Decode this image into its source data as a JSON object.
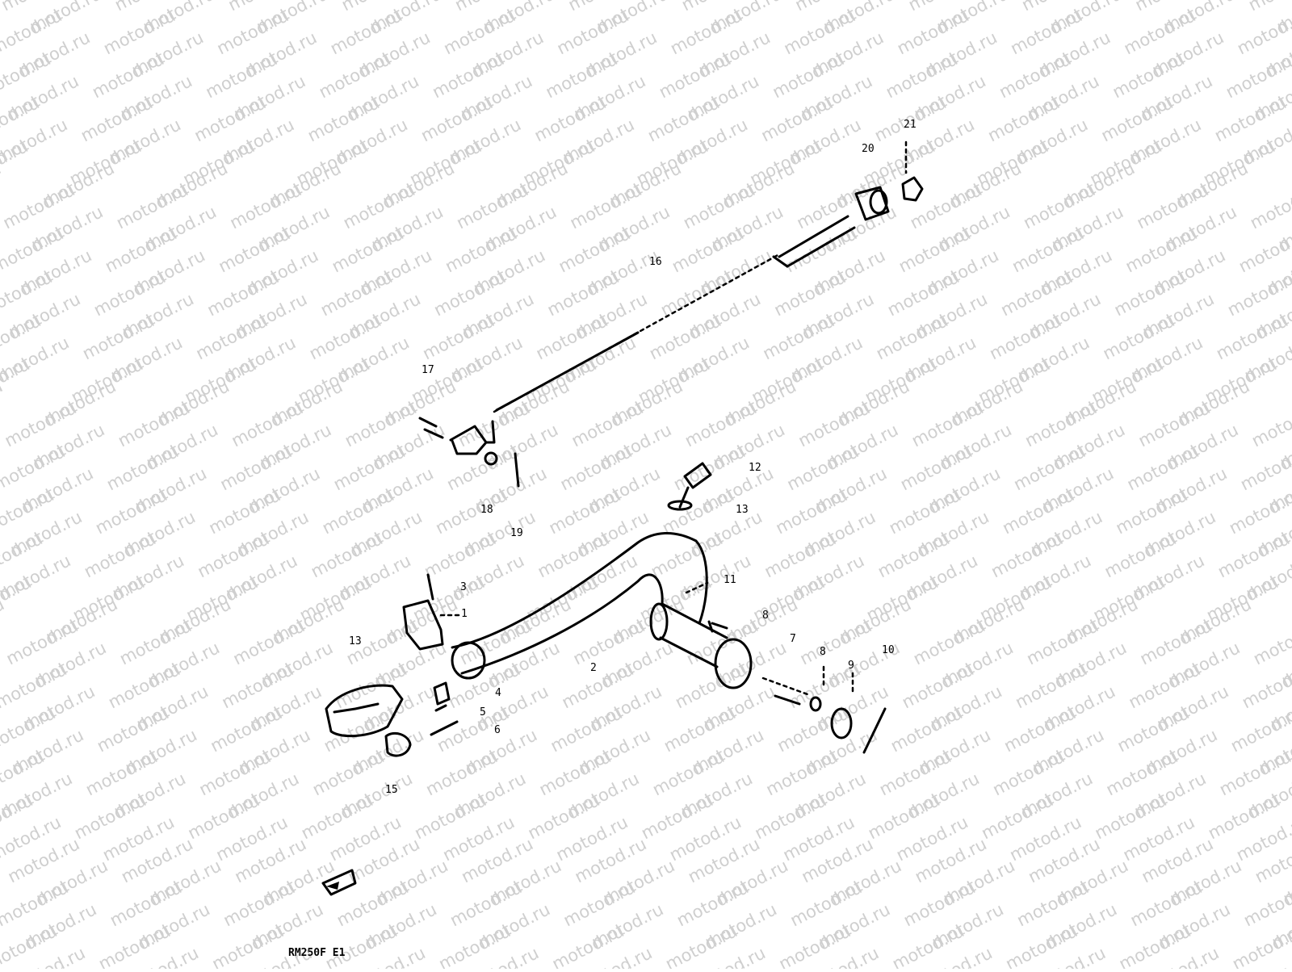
{
  "watermark": {
    "text": "motod.ru"
  },
  "diagram": {
    "code": "RM250F E1",
    "callouts": [
      "1",
      "2",
      "3",
      "4",
      "5",
      "6",
      "7",
      "8",
      "8",
      "9",
      "10",
      "11",
      "12",
      "13",
      "13",
      "15",
      "16",
      "17",
      "18",
      "19",
      "20",
      "21"
    ]
  },
  "colors": {
    "ink": "#000000",
    "watermark": "#cfcfcf",
    "background": "#ffffff"
  }
}
